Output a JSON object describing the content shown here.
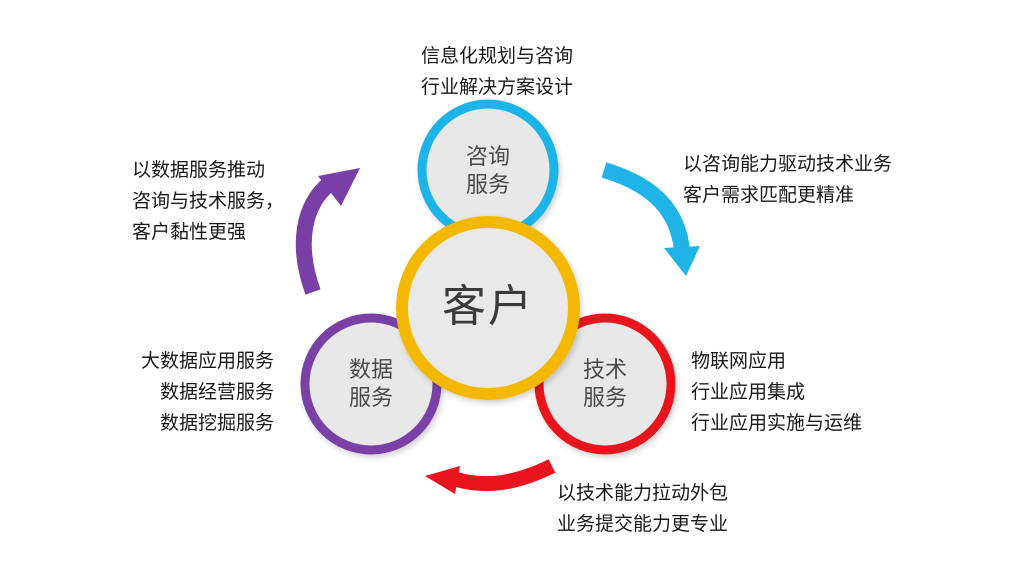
{
  "center": {
    "label": "客户",
    "ring_color": "#f5b800"
  },
  "nodes": {
    "consulting": {
      "line1": "咨询",
      "line2": "服务",
      "ring_color": "#1fb3e8"
    },
    "technology": {
      "line1": "技术",
      "line2": "服务",
      "ring_color": "#e8141e"
    },
    "data": {
      "line1": "数据",
      "line2": "服务",
      "ring_color": "#7a3fa6"
    }
  },
  "texts": {
    "consulting_items": [
      "信息化规划与咨询",
      "行业解决方案设计"
    ],
    "consulting_to_tech": [
      "以咨询能力驱动技术业务",
      "客户需求匹配更精准"
    ],
    "tech_items": [
      "物联网应用",
      "行业应用集成",
      "行业应用实施与运维"
    ],
    "tech_to_data": [
      "以技术能力拉动外包",
      "业务提交能力更专业"
    ],
    "data_items": [
      "大数据应用服务",
      "数据经营服务",
      "数据挖掘服务"
    ],
    "data_to_consulting": [
      "以数据服务推动",
      "咨询与技术服务，",
      "客户黏性更强"
    ]
  },
  "arrows": {
    "blue": "#1fb3e8",
    "red": "#e8141e",
    "purple": "#7a3fa6"
  }
}
